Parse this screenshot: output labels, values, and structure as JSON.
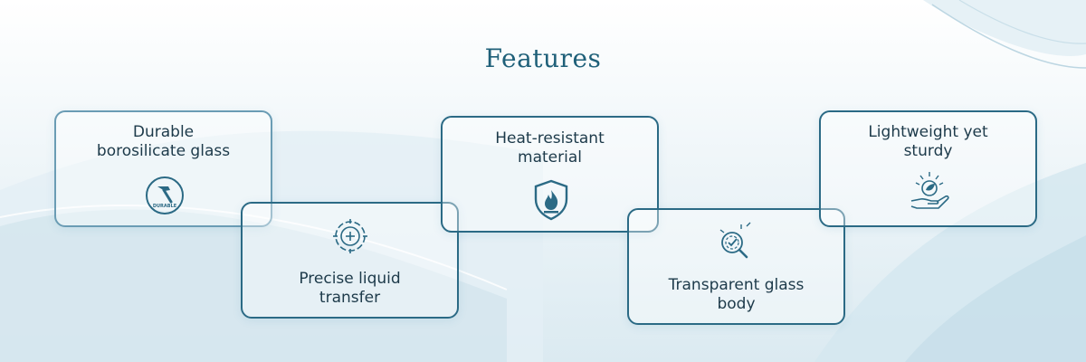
{
  "title": "Features",
  "features": [
    {
      "label": "Durable borosilicate glass",
      "icon": "hammer-icon",
      "badge": "DURABLE"
    },
    {
      "label": "Precise liquid transfer",
      "icon": "crosshair-icon"
    },
    {
      "label": "Heat-resistant material",
      "icon": "flame-shield-icon"
    },
    {
      "label": "Transparent glass body",
      "icon": "magnifier-check-icon"
    },
    {
      "label": "Lightweight yet sturdy",
      "icon": "hand-leaf-icon"
    }
  ],
  "colors": {
    "accent": "#2b6a85",
    "text": "#1d3a4a",
    "title": "#1f6079"
  }
}
